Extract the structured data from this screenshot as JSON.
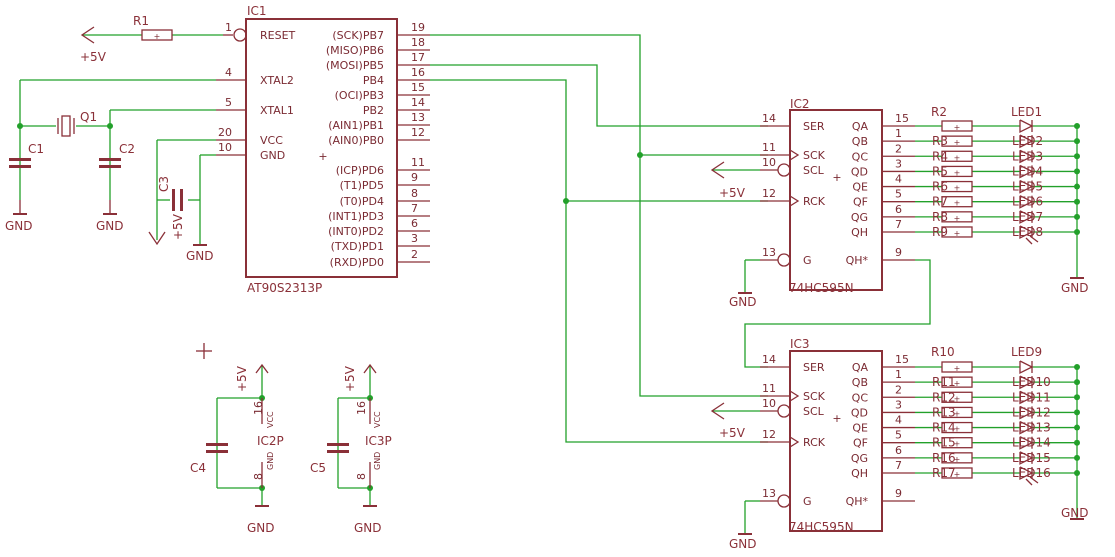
{
  "ic1": {
    "name": "IC1",
    "part": "AT90S2313P",
    "left_pins": [
      {
        "label": "RESET",
        "num": "1"
      },
      {
        "label": "XTAL2",
        "num": "4"
      },
      {
        "label": "XTAL1",
        "num": "5"
      },
      {
        "label": "VCC",
        "num": "20"
      },
      {
        "label": "GND",
        "num": "10"
      }
    ],
    "right_pins": [
      {
        "label": "(SCK)PB7",
        "num": "19"
      },
      {
        "label": "(MISO)PB6",
        "num": "18"
      },
      {
        "label": "(MOSI)PB5",
        "num": "17"
      },
      {
        "label": "PB4",
        "num": "16"
      },
      {
        "label": "(OCI)PB3",
        "num": "15"
      },
      {
        "label": "PB2",
        "num": "14"
      },
      {
        "label": "(AIN1)PB1",
        "num": "13"
      },
      {
        "label": "(AIN0)PB0",
        "num": "12"
      },
      {
        "label": "(ICP)PD6",
        "num": "11"
      },
      {
        "label": "(T1)PD5",
        "num": "9"
      },
      {
        "label": "(T0)PD4",
        "num": "8"
      },
      {
        "label": "(INT1)PD3",
        "num": "7"
      },
      {
        "label": "(INT0)PD2",
        "num": "6"
      },
      {
        "label": "(TXD)PD1",
        "num": "3"
      },
      {
        "label": "(RXD)PD0",
        "num": "2"
      }
    ]
  },
  "shift_registers": [
    {
      "name": "IC2",
      "part": "74HC595N",
      "left_pins": [
        {
          "label": "SER",
          "num": "14"
        },
        {
          "label": "SCK",
          "num": "11"
        },
        {
          "label": "SCL",
          "num": "10"
        },
        {
          "label": "RCK",
          "num": "12"
        },
        {
          "label": "G",
          "num": "13"
        }
      ],
      "right_pins": [
        {
          "label": "QA",
          "num": "15"
        },
        {
          "label": "QB",
          "num": "1"
        },
        {
          "label": "QC",
          "num": "2"
        },
        {
          "label": "QD",
          "num": "3"
        },
        {
          "label": "QE",
          "num": "4"
        },
        {
          "label": "QF",
          "num": "5"
        },
        {
          "label": "QG",
          "num": "6"
        },
        {
          "label": "QH",
          "num": "7"
        },
        {
          "label": "QH*",
          "num": "9"
        }
      ],
      "resistors": [
        "R2",
        "R3",
        "R4",
        "R5",
        "R6",
        "R7",
        "R8",
        "R9"
      ],
      "leds": [
        "LED1",
        "LED2",
        "LED3",
        "LED4",
        "LED5",
        "LED6",
        "LED7",
        "LED8"
      ]
    },
    {
      "name": "IC3",
      "part": "74HC595N",
      "left_pins": [
        {
          "label": "SER",
          "num": "14"
        },
        {
          "label": "SCK",
          "num": "11"
        },
        {
          "label": "SCL",
          "num": "10"
        },
        {
          "label": "RCK",
          "num": "12"
        },
        {
          "label": "G",
          "num": "13"
        }
      ],
      "right_pins": [
        {
          "label": "QA",
          "num": "15"
        },
        {
          "label": "QB",
          "num": "1"
        },
        {
          "label": "QC",
          "num": "2"
        },
        {
          "label": "QD",
          "num": "3"
        },
        {
          "label": "QE",
          "num": "4"
        },
        {
          "label": "QF",
          "num": "5"
        },
        {
          "label": "QG",
          "num": "6"
        },
        {
          "label": "QH",
          "num": "7"
        },
        {
          "label": "QH*",
          "num": "9"
        }
      ],
      "resistors": [
        "R10",
        "R11",
        "R12",
        "R13",
        "R14",
        "R15",
        "R16",
        "R17"
      ],
      "leds": [
        "LED9",
        "LED10",
        "LED11",
        "LED12",
        "LED13",
        "LED14",
        "LED15",
        "LED16"
      ]
    }
  ],
  "components": {
    "r1": "R1",
    "q1": "Q1",
    "c1": "C1",
    "c2": "C2",
    "c3": "C3",
    "c4": "C4",
    "c5": "C5",
    "ic2p": "IC2P",
    "ic3p": "IC3P"
  },
  "power": {
    "vcc": "+5V",
    "gnd": "GND",
    "vcc_pin": "VCC",
    "gnd_pin": "GND",
    "vcc_pin_num": "16",
    "gnd_pin_num": "8"
  },
  "colors": {
    "wire": "#22a02a",
    "symbol": "#8a3038"
  }
}
